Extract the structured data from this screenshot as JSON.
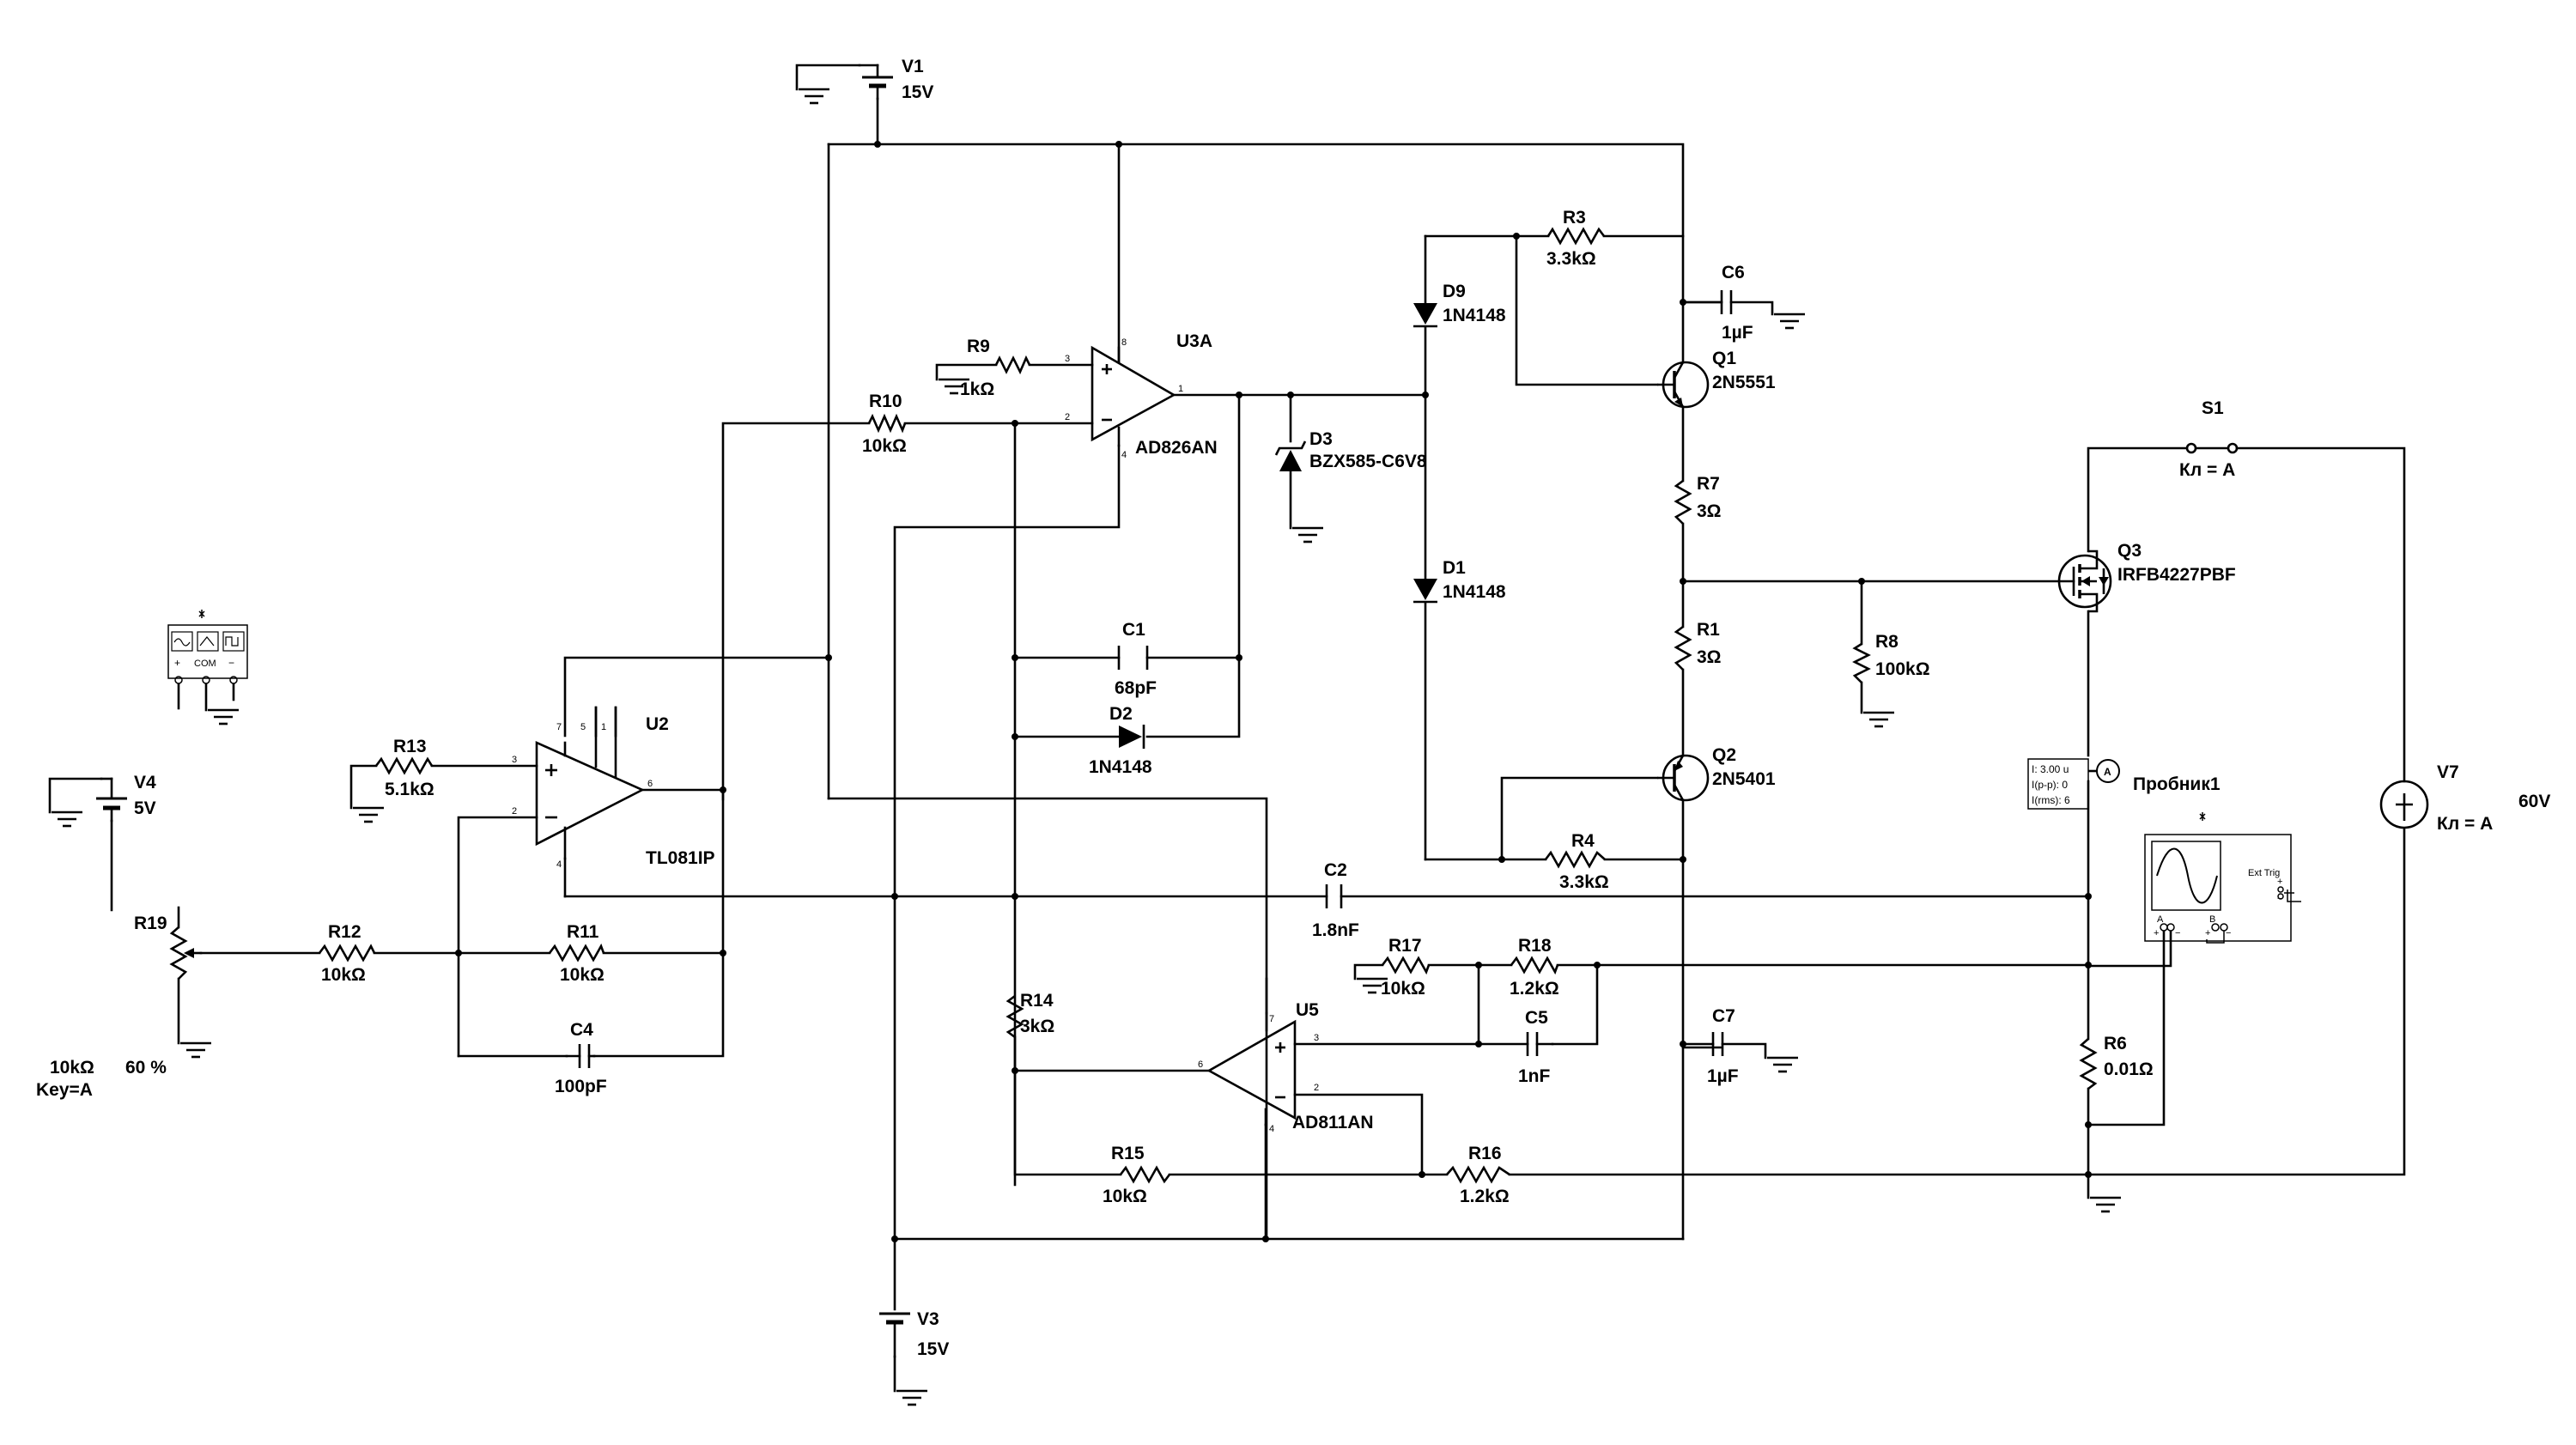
{
  "components": {
    "V1": {
      "ref": "V1",
      "value": "15V"
    },
    "V3": {
      "ref": "V3",
      "value": "15V"
    },
    "V4": {
      "ref": "V4",
      "value": "5V"
    },
    "V7": {
      "ref": "V7",
      "value": "60V",
      "key": "Кл = A"
    },
    "R1": {
      "ref": "R1",
      "value": "3Ω"
    },
    "R3": {
      "ref": "R3",
      "value": "3.3kΩ"
    },
    "R4": {
      "ref": "R4",
      "value": "3.3kΩ"
    },
    "R6": {
      "ref": "R6",
      "value": "0.01Ω"
    },
    "R7": {
      "ref": "R7",
      "value": "3Ω"
    },
    "R8": {
      "ref": "R8",
      "value": "100kΩ"
    },
    "R9": {
      "ref": "R9",
      "value": "1kΩ"
    },
    "R10": {
      "ref": "R10",
      "value": "10kΩ"
    },
    "R11": {
      "ref": "R11",
      "value": "10kΩ"
    },
    "R12": {
      "ref": "R12",
      "value": "10kΩ"
    },
    "R13": {
      "ref": "R13",
      "value": "5.1kΩ"
    },
    "R14": {
      "ref": "R14",
      "value": "3kΩ"
    },
    "R15": {
      "ref": "R15",
      "value": "10kΩ"
    },
    "R16": {
      "ref": "R16",
      "value": "1.2kΩ"
    },
    "R17": {
      "ref": "R17",
      "value": "10kΩ"
    },
    "R18": {
      "ref": "R18",
      "value": "1.2kΩ"
    },
    "R19": {
      "ref": "R19",
      "value": "10kΩ",
      "percent": "60 %",
      "key": "Key=A"
    },
    "C1": {
      "ref": "C1",
      "value": "68pF"
    },
    "C2": {
      "ref": "C2",
      "value": "1.8nF"
    },
    "C4": {
      "ref": "C4",
      "value": "100pF"
    },
    "C5": {
      "ref": "C5",
      "value": "1nF"
    },
    "C6": {
      "ref": "C6",
      "value": "1µF"
    },
    "C7": {
      "ref": "C7",
      "value": "1µF"
    },
    "D1": {
      "ref": "D1",
      "value": "1N4148"
    },
    "D2": {
      "ref": "D2",
      "value": "1N4148"
    },
    "D3": {
      "ref": "D3",
      "value": "BZX585-C6V8"
    },
    "D9": {
      "ref": "D9",
      "value": "1N4148"
    },
    "Q1": {
      "ref": "Q1",
      "value": "2N5551"
    },
    "Q2": {
      "ref": "Q2",
      "value": "2N5401"
    },
    "Q3": {
      "ref": "Q3",
      "value": "IRFB4227PBF"
    },
    "U2": {
      "ref": "U2",
      "value": "TL081IP"
    },
    "U3A": {
      "ref": "U3A",
      "value": "AD826AN"
    },
    "U5": {
      "ref": "U5",
      "value": "AD811AN"
    },
    "S1": {
      "ref": "S1",
      "key": "Кл = A"
    }
  },
  "probe": {
    "name": "Пробник1",
    "symbol": "A",
    "lines": [
      "I: 3.00 u",
      "I(p-p): 0",
      "I(rms): 6"
    ]
  },
  "function_generator": {
    "com_label": "COM",
    "plus": "+",
    "minus": "−"
  },
  "oscilloscope": {
    "ext_trig": "Ext Trig",
    "ch_a": "A",
    "ch_b": "B",
    "plus": "+",
    "minus": "−"
  },
  "pins": {
    "u3a": [
      "3",
      "2",
      "1",
      "8",
      "4"
    ],
    "u2": [
      "3",
      "2",
      "6",
      "7",
      "5",
      "1",
      "4"
    ],
    "u5": [
      "3",
      "2",
      "6",
      "7",
      "4"
    ]
  }
}
